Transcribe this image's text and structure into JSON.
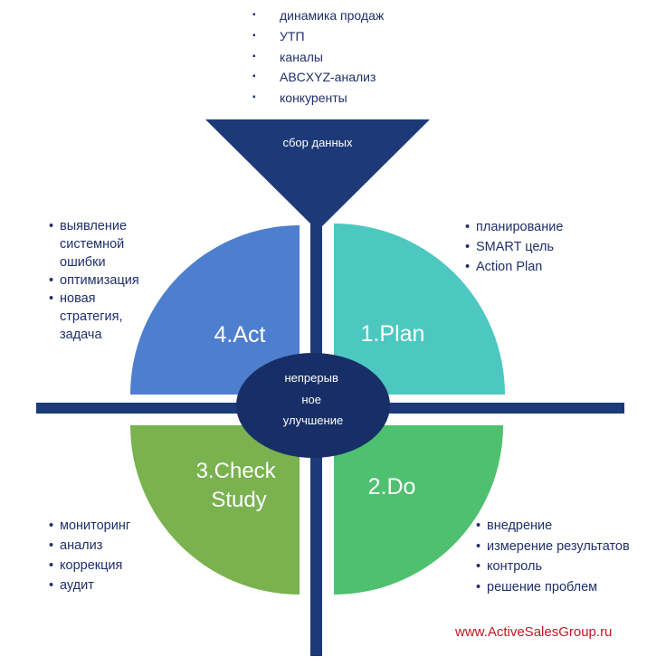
{
  "top_list": [
    "динамика продаж",
    "УТП",
    "каналы",
    "ABCXYZ-анализ",
    "конкуренты"
  ],
  "funnel_label": "сбор данных",
  "center_label": [
    "непрерыв",
    "ное",
    "улучшение"
  ],
  "quadrants": {
    "plan": {
      "title": [
        "1.Plan"
      ],
      "color": "#4dc8c1"
    },
    "do": {
      "title": [
        "2.Do"
      ],
      "color": "#4fc06f"
    },
    "check": {
      "title": [
        "3.Check",
        "Study"
      ],
      "color": "#79b24f"
    },
    "act": {
      "title": [
        "4.Act"
      ],
      "color": "#4e7fce"
    }
  },
  "colors": {
    "navy": "#1d3a78",
    "navy_dark": "#172f66",
    "text": "#1f2f6b",
    "website": "#c0191f"
  },
  "lists": {
    "top_left": [
      "выявление системной ошибки",
      "оптимизация",
      "новая стратегия, задача"
    ],
    "top_right": [
      "планирование",
      "SMART цель",
      "Action Plan"
    ],
    "bottom_left": [
      "мониторинг",
      "анализ",
      "коррекция",
      "аудит"
    ],
    "bottom_right": [
      "внедрение",
      "измерение результатов",
      "контроль",
      "решение проблем"
    ]
  },
  "website": "www.ActiveSalesGroup.ru"
}
